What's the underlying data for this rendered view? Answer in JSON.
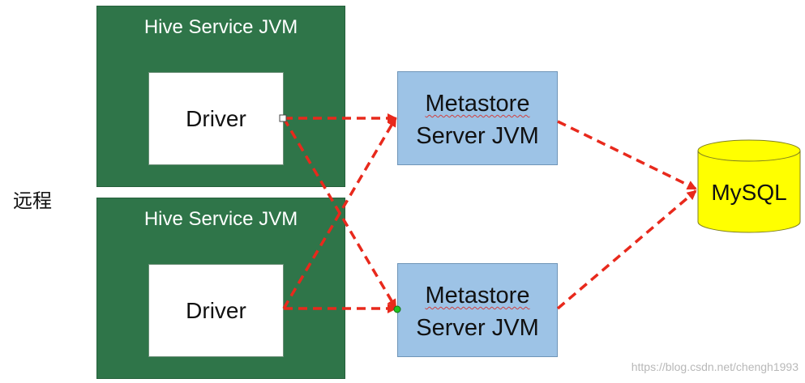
{
  "side_label": "远程",
  "hive_service_top": {
    "title": "Hive Service JVM",
    "driver": "Driver"
  },
  "hive_service_bottom": {
    "title": "Hive Service JVM",
    "driver": "Driver"
  },
  "metastore_top": {
    "line1": "Metastore",
    "line2": "Server JVM"
  },
  "metastore_bottom": {
    "line1": "Metastore",
    "line2": "Server JVM"
  },
  "database": {
    "label": "MySQL",
    "color": "#ffff00"
  },
  "watermark": "https://blog.csdn.net/chengh1993",
  "colors": {
    "hive": "#2f7549",
    "metastore": "#9dc3e6",
    "arrow": "#e8291c"
  }
}
